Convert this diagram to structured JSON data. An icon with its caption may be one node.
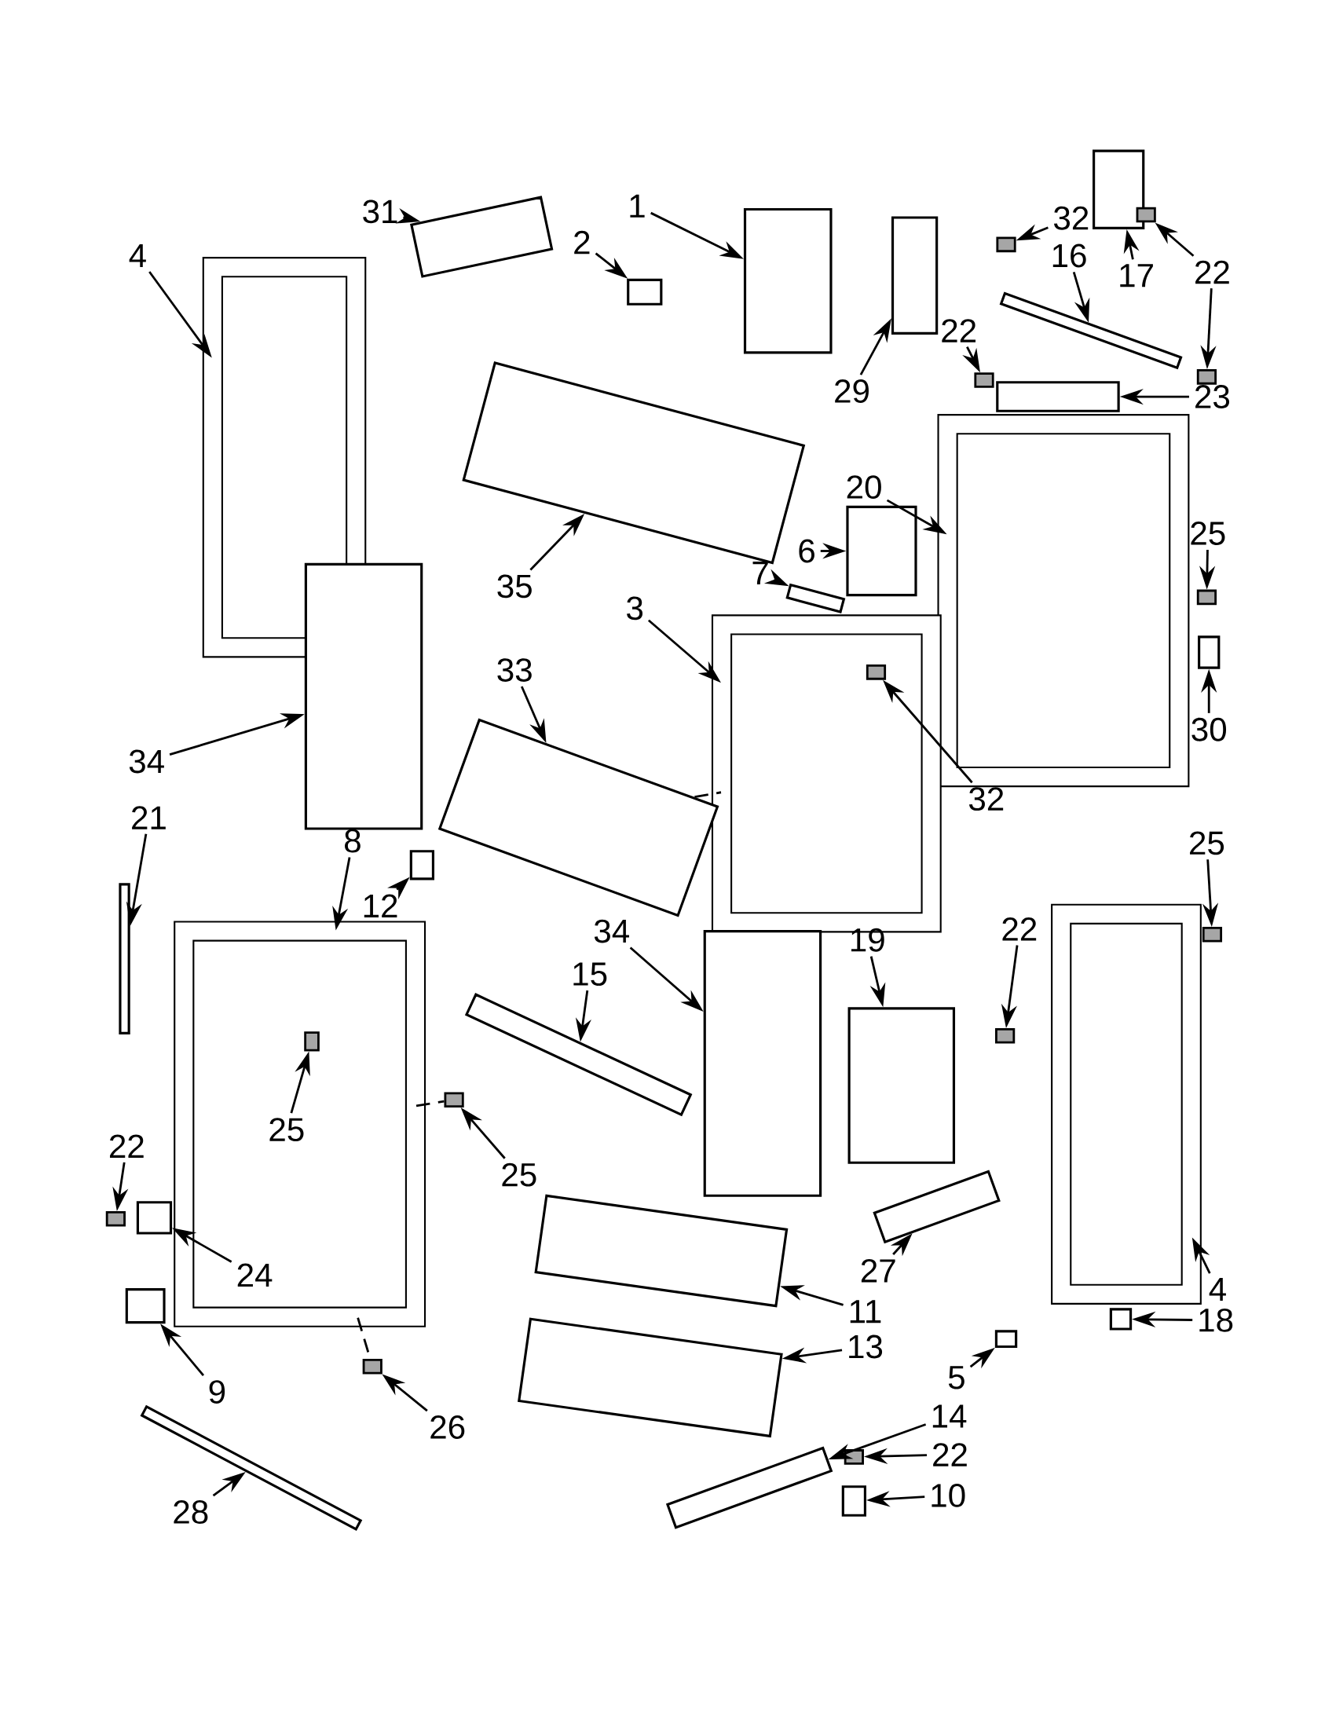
{
  "diagram": {
    "nodes": [
      {
        "text": [
          "31"
        ]
      },
      {
        "text": [],
        "shape": "box"
      },
      {
        "text": [
          "1"
        ]
      },
      {
        "text": [],
        "shape": "box"
      },
      {
        "text": [
          "2"
        ]
      },
      {
        "text": [],
        "shape": "box"
      },
      {
        "text": [
          "4"
        ]
      },
      {
        "text": [],
        "shape": "box"
      },
      {
        "text": [
          "32"
        ]
      },
      {
        "text": [],
        "shape": "box"
      },
      {
        "text": [
          "16"
        ]
      },
      {
        "text": [],
        "shape": "box"
      },
      {
        "text": [
          "17"
        ]
      },
      {
        "text": [],
        "shape": "box"
      },
      {
        "text": [
          "22"
        ]
      },
      {
        "text": [],
        "shape": "box"
      },
      {
        "text": [],
        "shape": "box"
      },
      {
        "text": [
          "22"
        ]
      },
      {
        "text": [],
        "shape": "box"
      },
      {
        "text": [
          "29"
        ]
      },
      {
        "text": [],
        "shape": "box"
      },
      {
        "text": [
          "23"
        ]
      },
      {
        "text": [],
        "shape": "box"
      },
      {
        "text": [
          "20"
        ]
      },
      {
        "text": [],
        "shape": "box"
      },
      {
        "text": [
          "35"
        ]
      },
      {
        "text": [],
        "shape": "box"
      },
      {
        "text": [
          "6"
        ]
      },
      {
        "text": [],
        "shape": "box"
      },
      {
        "text": [
          "25"
        ]
      },
      {
        "text": [],
        "shape": "box"
      },
      {
        "text": [
          "3"
        ]
      },
      {
        "text": [],
        "shape": "box"
      },
      {
        "text": [
          "7"
        ]
      },
      {
        "text": [],
        "shape": "box"
      },
      {
        "text": [
          "33"
        ]
      },
      {
        "text": [],
        "shape": "box"
      },
      {
        "text": [
          "34"
        ]
      },
      {
        "text": [],
        "shape": "box"
      },
      {
        "text": [
          "32"
        ]
      },
      {
        "text": [],
        "shape": "box",
        "in": 32
      },
      {
        "text": [
          "30"
        ]
      },
      {
        "text": [],
        "shape": "box"
      },
      {
        "text": [
          "21"
        ]
      },
      {
        "text": [],
        "shape": "box"
      },
      {
        "text": [
          "8"
        ]
      },
      {
        "text": [],
        "shape": "box"
      },
      {
        "text": [
          "12"
        ]
      },
      {
        "text": [],
        "shape": "box"
      },
      {
        "text": [
          "34"
        ]
      },
      {
        "text": [],
        "shape": "box"
      },
      {
        "text": [
          "19"
        ]
      },
      {
        "text": [],
        "shape": "box"
      },
      {
        "text": [
          "22"
        ]
      },
      {
        "text": [],
        "shape": "box"
      },
      {
        "text": [
          "25"
        ]
      },
      {
        "text": [],
        "shape": "box"
      },
      {
        "text": [
          "15"
        ]
      },
      {
        "text": [],
        "shape": "box"
      },
      {
        "text": [
          "25"
        ],
        "in": 46
      },
      {
        "text": [],
        "shape": "box",
        "in": 46
      },
      {
        "text": [
          "25"
        ]
      },
      {
        "text": [],
        "shape": "box"
      },
      {
        "text": [
          "22"
        ]
      },
      {
        "text": [],
        "shape": "box"
      },
      {
        "text": [
          "24"
        ],
        "in": 46
      },
      {
        "text": [],
        "shape": "box"
      },
      {
        "text": [
          "11"
        ]
      },
      {
        "text": [],
        "shape": "box"
      },
      {
        "text": [
          "27"
        ]
      },
      {
        "text": [],
        "shape": "box"
      },
      {
        "text": [
          "4"
        ]
      },
      {
        "text": [],
        "shape": "box"
      },
      {
        "text": [
          "18"
        ]
      },
      {
        "text": [],
        "shape": "box"
      },
      {
        "text": [
          "9"
        ]
      },
      {
        "text": [],
        "shape": "box"
      },
      {
        "text": [
          "13"
        ]
      },
      {
        "text": [],
        "shape": "box"
      },
      {
        "text": [
          "5"
        ]
      },
      {
        "text": [],
        "shape": "box"
      },
      {
        "text": [
          "14"
        ]
      },
      {
        "text": [],
        "shape": "box"
      },
      {
        "text": [
          "26"
        ]
      },
      {
        "text": [],
        "shape": "box"
      },
      {
        "text": [
          "22"
        ]
      },
      {
        "text": [],
        "shape": "box"
      },
      {
        "text": [
          "10"
        ]
      },
      {
        "text": [],
        "shape": "box"
      },
      {
        "text": [
          "28"
        ]
      },
      {
        "text": [],
        "shape": "box"
      }
    ],
    "edges": [
      {
        "from": 0,
        "to": 1,
        "arrow": "to"
      },
      {
        "from": 2,
        "to": 3,
        "arrow": "to"
      },
      {
        "from": 4,
        "to": 5,
        "arrow": "to"
      },
      {
        "from": 6,
        "to": 7,
        "arrow": "to"
      },
      {
        "from": 8,
        "to": 9,
        "arrow": "to"
      },
      {
        "from": 10,
        "to": 11,
        "arrow": "to"
      },
      {
        "from": 12,
        "to": 13,
        "arrow": "to"
      },
      {
        "from": 14,
        "to": 15,
        "arrow": "to"
      },
      {
        "from": 14,
        "to": 16,
        "arrow": "to"
      },
      {
        "from": 17,
        "to": 18,
        "arrow": "to"
      },
      {
        "from": 19,
        "to": 20,
        "arrow": "to"
      },
      {
        "from": 21,
        "to": 22,
        "arrow": "to"
      },
      {
        "from": 23,
        "to": 24,
        "arrow": "to"
      },
      {
        "from": 25,
        "to": 26,
        "arrow": "to"
      },
      {
        "from": 27,
        "to": 28,
        "arrow": "to"
      },
      {
        "from": 29,
        "to": 30,
        "arrow": "to"
      },
      {
        "from": 31,
        "to": 32,
        "arrow": "to"
      },
      {
        "from": 33,
        "to": 34,
        "arrow": "to"
      },
      {
        "from": 35,
        "to": 36,
        "arrow": "to"
      },
      {
        "from": 37,
        "to": 38,
        "arrow": "to"
      },
      {
        "from": 39,
        "to": 40,
        "arrow": "to"
      },
      {
        "from": 41,
        "to": 42,
        "arrow": "to"
      },
      {
        "from": 43,
        "to": 44,
        "arrow": "to"
      },
      {
        "from": 45,
        "to": 46,
        "arrow": "to"
      },
      {
        "from": 47,
        "to": 48,
        "arrow": "to"
      },
      {
        "from": 49,
        "to": 50,
        "arrow": "to"
      },
      {
        "from": 51,
        "to": 52,
        "arrow": "to"
      },
      {
        "from": 53,
        "to": 54,
        "arrow": "to"
      },
      {
        "from": 55,
        "to": 56,
        "arrow": "to"
      },
      {
        "from": 57,
        "to": 58,
        "arrow": "to"
      },
      {
        "from": 59,
        "to": 60,
        "arrow": "to"
      },
      {
        "from": 61,
        "to": 62,
        "arrow": "to"
      },
      {
        "from": 63,
        "to": 64,
        "arrow": "to"
      },
      {
        "from": 65,
        "to": 66,
        "arrow": "to"
      },
      {
        "from": 67,
        "to": 68,
        "arrow": "to"
      },
      {
        "from": 69,
        "to": 70,
        "arrow": "to"
      },
      {
        "from": 71,
        "to": 72,
        "arrow": "to"
      },
      {
        "from": 73,
        "to": 74,
        "arrow": "to"
      },
      {
        "from": 75,
        "to": 76,
        "arrow": "to"
      },
      {
        "from": 77,
        "to": 78,
        "arrow": "to"
      },
      {
        "from": 79,
        "to": 80,
        "arrow": "to"
      },
      {
        "from": 81,
        "to": 82,
        "arrow": "to"
      },
      {
        "from": 83,
        "to": 84,
        "arrow": "to"
      },
      {
        "from": 85,
        "to": 86,
        "arrow": "to"
      },
      {
        "from": 87,
        "to": 88,
        "arrow": "to"
      },
      {
        "from": 89,
        "to": 90,
        "arrow": "to"
      },
      {
        "from": 36,
        "to": 32,
        "arrow": "none",
        "style": "dashed"
      },
      {
        "from": 46,
        "to": 62,
        "arrow": "none",
        "style": "dashed"
      },
      {
        "from": 46,
        "to": 84,
        "arrow": "none",
        "style": "dashed"
      }
    ]
  }
}
